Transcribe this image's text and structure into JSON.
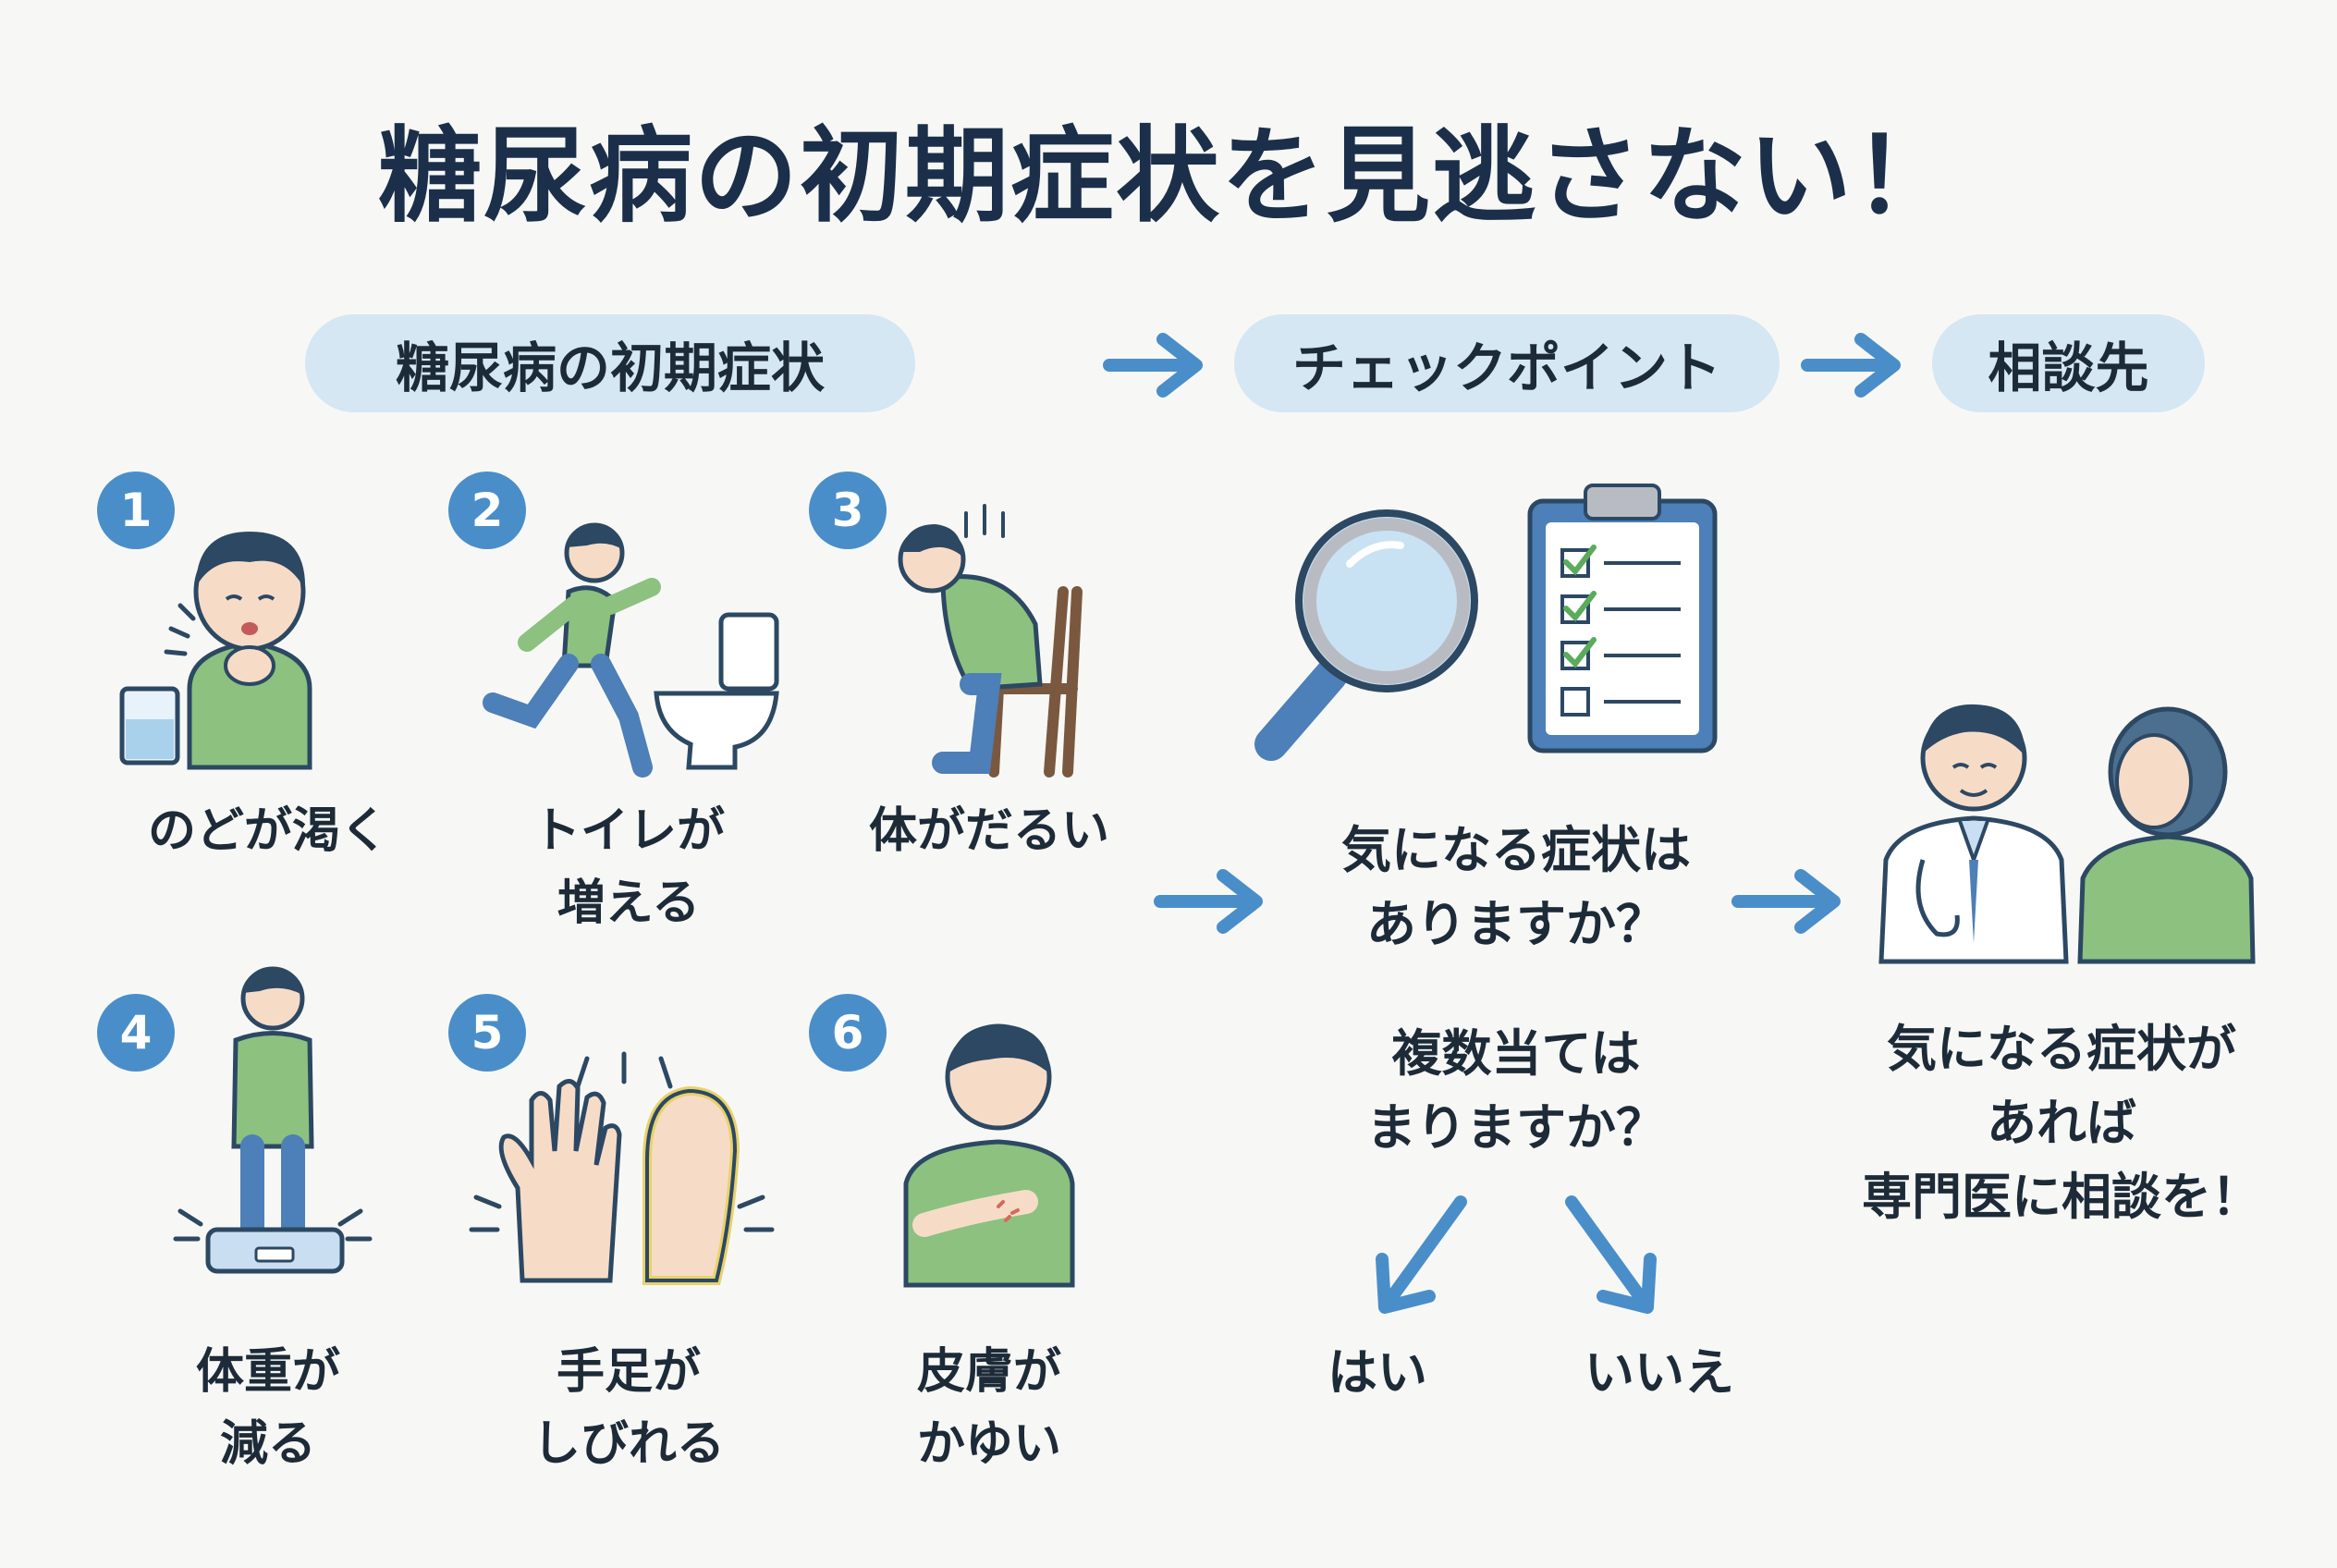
{
  "title": "糖尿病の初期症状を見逃さない！",
  "header_pills": {
    "symptoms": "糖尿病の初期症状",
    "checkpoint": "チェックポイント",
    "consult": "相談先"
  },
  "symptoms": [
    {
      "number": "1",
      "lines": [
        "のどが渇く"
      ]
    },
    {
      "number": "2",
      "lines": [
        "トイレが",
        "増える"
      ]
    },
    {
      "number": "3",
      "lines": [
        "体がだるい"
      ]
    },
    {
      "number": "4",
      "lines": [
        "体重が",
        "減る"
      ]
    },
    {
      "number": "5",
      "lines": [
        "手足が",
        "しびれる"
      ]
    },
    {
      "number": "6",
      "lines": [
        "皮膚が",
        "かゆい"
      ]
    }
  ],
  "checkpoint": {
    "question1": [
      "気になる症状は",
      "ありますか？"
    ],
    "question2": [
      "複数当ては",
      "まりますか？"
    ],
    "yes": "はい",
    "no": "いいえ"
  },
  "consult": {
    "message": [
      "気になる症状が",
      "あれば",
      "専門医に相談を！"
    ]
  },
  "colors": {
    "accent": "#4a8ec9",
    "pill": "#d4e7f3",
    "shirt": "#8cc180",
    "pants": "#4d7fb8",
    "hair": "#2c4863",
    "background": "#f7f8f5"
  }
}
